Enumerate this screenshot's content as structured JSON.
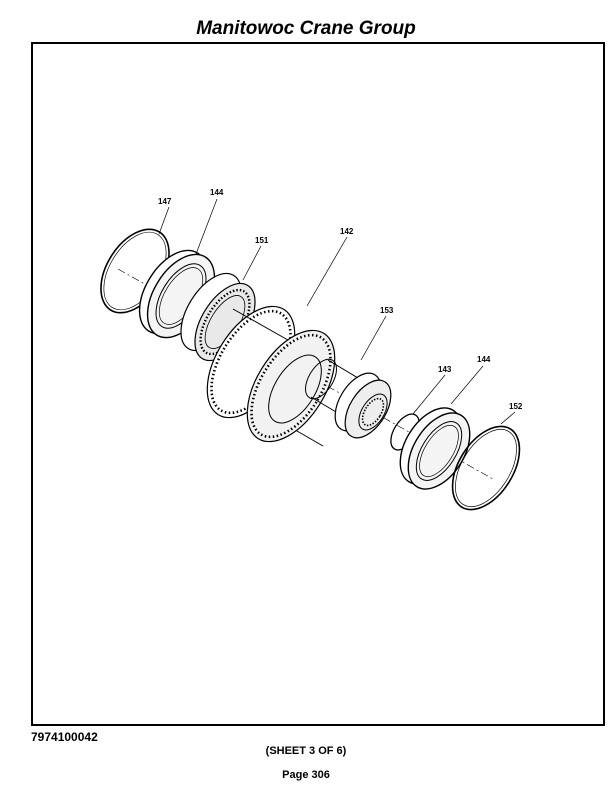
{
  "header": {
    "title": "Manitowoc Crane Group"
  },
  "figure": {
    "callouts": [
      {
        "id": "c147",
        "label": "147"
      },
      {
        "id": "c144a",
        "label": "144"
      },
      {
        "id": "c151",
        "label": "151"
      },
      {
        "id": "c142",
        "label": "142"
      },
      {
        "id": "c153",
        "label": "153"
      },
      {
        "id": "c143",
        "label": "143"
      },
      {
        "id": "c144b",
        "label": "144"
      },
      {
        "id": "c152",
        "label": "152"
      }
    ]
  },
  "footer": {
    "doc_number": "7974100042",
    "sheet": "(SHEET 3 OF 6)",
    "page": "Page 306"
  }
}
